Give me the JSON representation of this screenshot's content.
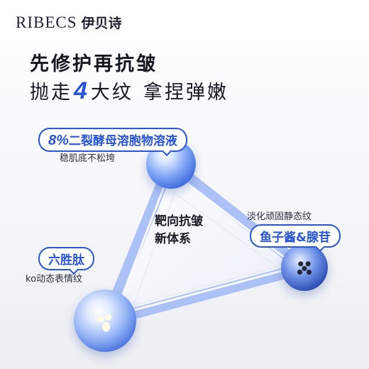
{
  "brand": {
    "en": "RIBECS",
    "cn": "伊贝诗"
  },
  "headline": "先修护再抗皱",
  "subline": {
    "pre": "抛走",
    "num": "4",
    "mid": "大纹",
    "post": "拿捏弹嫩"
  },
  "ingredients": [
    {
      "pct": "8%",
      "label": "二裂酵母溶胞物溶液",
      "desc": "稳肌底不松垮"
    },
    {
      "label": "鱼子酱&腺苷",
      "desc": "淡化顽固静态纹"
    },
    {
      "label": "六胜肽",
      "desc": "ko动态表情纹"
    }
  ],
  "center": {
    "line1": "靶向抗皱",
    "line2": "新体系"
  },
  "colors": {
    "accent": "#2a55d6",
    "text": "#16181f",
    "triangle": "#9fb6f3"
  }
}
